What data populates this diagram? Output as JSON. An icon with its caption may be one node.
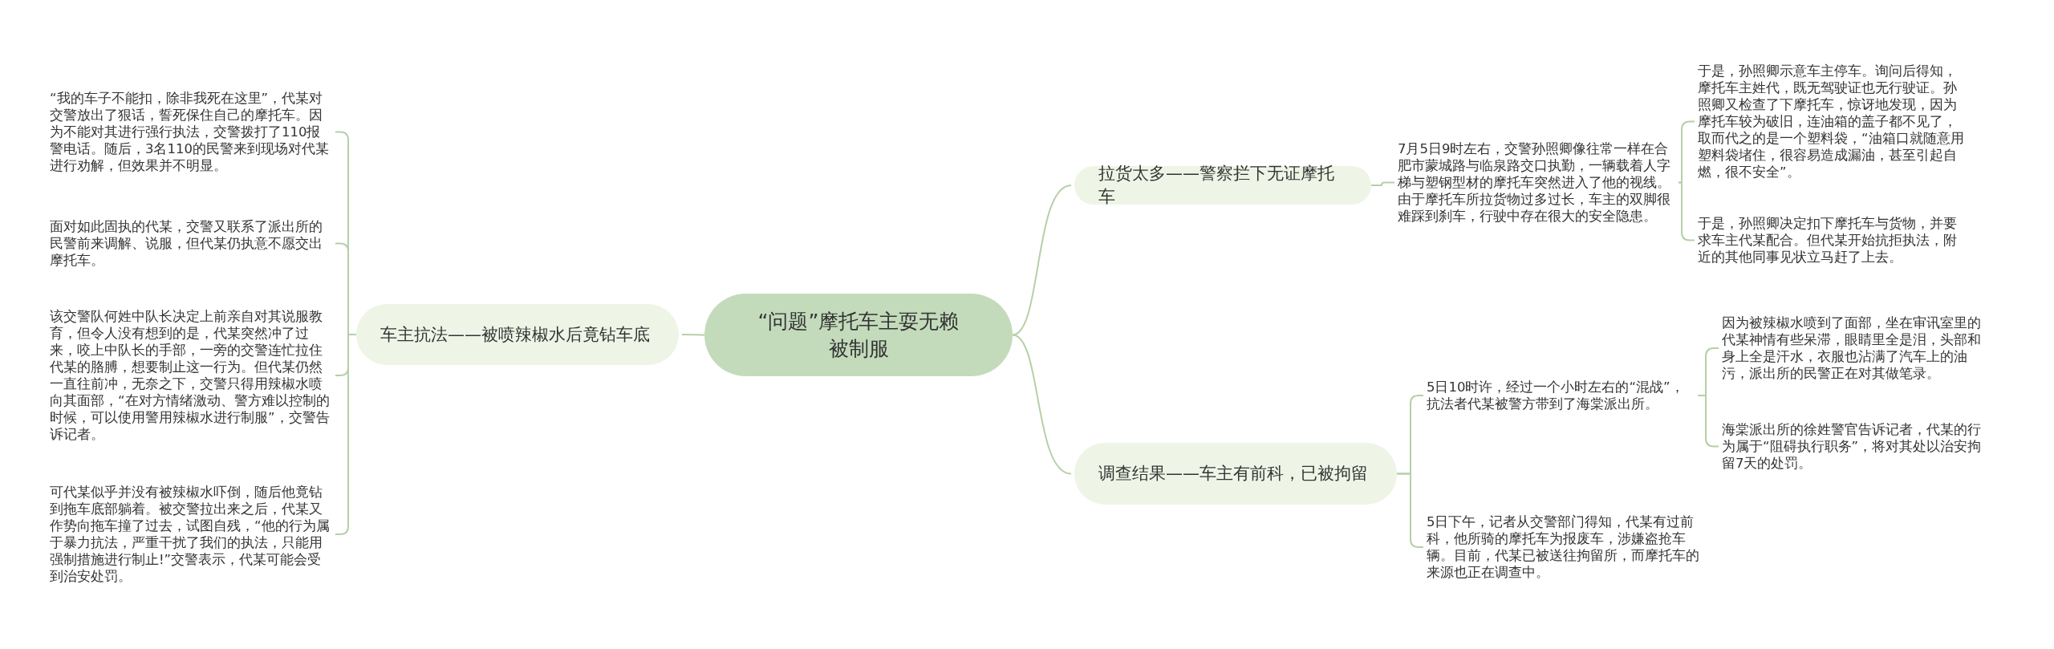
{
  "diagram": {
    "nodes": [
      {
        "text": [
          "“问题”摩托车主耍无赖被制服"
        ]
      },
      {
        "text": [
          "车主抗法——被喷辣椒水后竟钻车底"
        ]
      },
      {
        "text": [
          "“我的车子不能扣，除非我死在这里”，代某对交警放出了狠话，誓死保住自己的摩托车。因为不能对其进行强行执法，交警拨打了110报警电话。随后，3名110的民警来到现场对代某进行劝解，但效果并不明显。"
        ]
      },
      {
        "text": [
          "面对如此固执的代某，交警又联系了派出所的民警前来调解、说服，但代某仍执意不愿交出摩托车。"
        ]
      },
      {
        "text": [
          "该交警队何姓中队长决定上前亲自对其说服教育，但令人没有想到的是，代某突然冲了过来，咬上中队长的手部，一旁的交警连忙拉住代某的胳膊，想要制止这一行为。但代某仍然一直往前冲，无奈之下，交警只得用辣椒水喷向其面部，“在对方情绪激动、警方难以控制的时候，可以使用警用辣椒水进行制服”，交警告诉记者。"
        ]
      },
      {
        "text": [
          "可代某似乎并没有被辣椒水吓倒，随后他竟钻到拖车底部躺着。被交警拉出来之后，代某又作势向拖车撞了过去，试图自残，“他的行为属于暴力抗法，严重干扰了我们的执法，只能用强制措施进行制止!”交警表示，代某可能会受到治安处罚。"
        ]
      },
      {
        "text": [
          "拉货太多——警察拦下无证摩托车"
        ]
      },
      {
        "text": [
          "7月5日9时左右，交警孙照卿像往常一样在合肥市蒙城路与临泉路交口执勤，一辆载着人字梯与塑钢型材的摩托车突然进入了他的视线。由于摩托车所拉货物过多过长，车主的双脚很难踩到刹车，行驶中存在很大的安全隐患。"
        ]
      },
      {
        "text": [
          "于是，孙照卿示意车主停车。询问后得知，摩托车主姓代，既无驾驶证也无行驶证。孙照卿又检查了下摩托车，惊讶地发现，因为摩托车较为破旧，连油箱的盖子都不见了，取而代之的是一个塑料袋，“油箱口就随意用塑料袋堵住，很容易造成漏油，甚至引起自燃，很不安全”。"
        ]
      },
      {
        "text": [
          "于是，孙照卿决定扣下摩托车与货物，并要求车主代某配合。但代某开始抗拒执法，附近的其他同事见状立马赶了上去。"
        ]
      },
      {
        "text": [
          "调查结果——车主有前科，已被拘留"
        ]
      },
      {
        "text": [
          "5日10时许，经过一个小时左右的“混战”，抗法者代某被警方带到了海棠派出所。"
        ]
      },
      {
        "text": [
          "因为被辣椒水喷到了面部，坐在审讯室里的代某神情有些呆滞，眼睛里全是泪，头部和身上全是汗水，衣服也沾满了汽车上的油污，派出所的民警正在对其做笔录。"
        ]
      },
      {
        "text": [
          "海棠派出所的徐姓警官告诉记者，代某的行为属于“阻碍执行职务”，将对其处以治安拘留7天的处罚。"
        ]
      },
      {
        "text": [
          "5日下午，记者从交警部门得知，代某有过前科，他所骑的摩托车为报废车，涉嫌盗抢车辆。目前，代某已被送往拘留所，而摩托车的来源也正在调查中。"
        ]
      }
    ],
    "edges": [
      {
        "from": 0,
        "to": 1,
        "arrow": "none"
      },
      {
        "from": 1,
        "to": 2,
        "arrow": "none"
      },
      {
        "from": 1,
        "to": 3,
        "arrow": "none"
      },
      {
        "from": 1,
        "to": 4,
        "arrow": "none"
      },
      {
        "from": 1,
        "to": 5,
        "arrow": "none"
      },
      {
        "from": 0,
        "to": 6,
        "arrow": "none"
      },
      {
        "from": 6,
        "to": 7,
        "arrow": "none"
      },
      {
        "from": 7,
        "to": 8,
        "arrow": "none"
      },
      {
        "from": 7,
        "to": 9,
        "arrow": "none"
      },
      {
        "from": 0,
        "to": 10,
        "arrow": "none"
      },
      {
        "from": 10,
        "to": 11,
        "arrow": "none"
      },
      {
        "from": 10,
        "to": 14,
        "arrow": "none"
      },
      {
        "from": 11,
        "to": 12,
        "arrow": "none"
      },
      {
        "from": 11,
        "to": 13,
        "arrow": "none"
      }
    ]
  }
}
